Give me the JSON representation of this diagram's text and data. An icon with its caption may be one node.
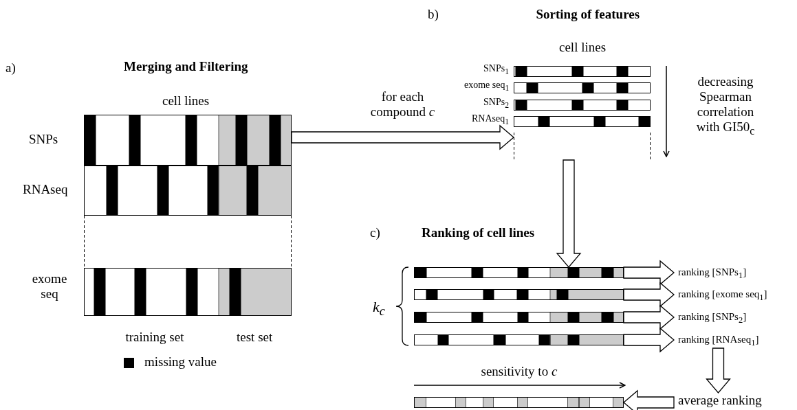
{
  "diagram": {
    "nodes": [
      {
        "text": [],
        "shape": "box",
        "beside": [
          "cell lines",
          "SNPs",
          "RNAseq",
          "exome seq",
          "training set",
          "test set"
        ]
      },
      {
        "text": [],
        "shape": "box",
        "beside": [
          "cell lines",
          "SNPs$_{1}$",
          "exome seq$_{1}$",
          "SNPs$_{2}$",
          "RNAseq$_{1}$"
        ]
      },
      {
        "text": [],
        "shape": "bar"
      },
      {
        "text": [],
        "shape": "bar"
      },
      {
        "text": [],
        "shape": "bar"
      },
      {
        "text": [],
        "shape": "bar"
      },
      {
        "text": [
          "ranking [SNPs$_{1}$]"
        ]
      },
      {
        "text": [
          "ranking [exome seq$_{1}$]"
        ]
      },
      {
        "text": [
          "ranking [SNPs$_{2}$]"
        ]
      },
      {
        "text": [
          "ranking [RNAseq$_{1}$]"
        ]
      },
      {
        "text": [],
        "shape": "bar"
      },
      {
        "text": [
          "average ranking"
        ]
      }
    ],
    "edges": [
      {
        "from": 0,
        "to": 1,
        "arrow": "to",
        "label": "for each compound *c*"
      },
      {
        "from": 1,
        "to": 2,
        "arrow": "to"
      },
      {
        "from": 2,
        "to": 6,
        "arrow": "to"
      },
      {
        "from": 3,
        "to": 7,
        "arrow": "to"
      },
      {
        "from": 4,
        "to": 8,
        "arrow": "to"
      },
      {
        "from": 5,
        "to": 9,
        "arrow": "to"
      },
      {
        "from": 9,
        "to": 11,
        "arrow": "to"
      },
      {
        "from": 11,
        "to": 10,
        "arrow": "to"
      }
    ],
    "labels": [
      "a)",
      "Merging and Filtering",
      "b)",
      "Sorting of features",
      "decreasing Spearman correlation with GI50$_{c}$",
      "c)",
      "Ranking of cell lines",
      "k$_{c}$",
      "sensitivity to *c*"
    ],
    "legend": [
      {
        "text": "missing value",
        "color": "#000000"
      }
    ]
  }
}
